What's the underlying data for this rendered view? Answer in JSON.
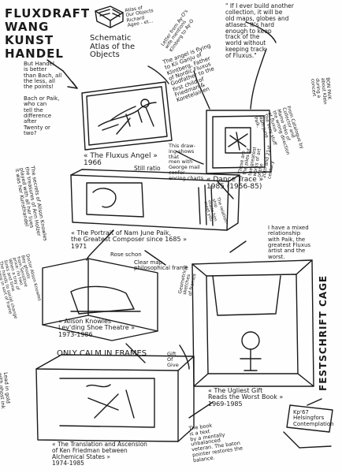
{
  "header": {
    "title_lines": [
      "FLUXDRAFT",
      "WANG",
      "KUNST",
      "HANDEL"
    ],
    "atlas_title": "Schematic\nAtlas of the\nObjects",
    "book_note": "Atlas of\nOur Objects\nRichard\nAgee - et..."
  },
  "notes": {
    "bach": "But Handel\nis better\nthan Bach, all\nthe less, all\nthe points!\n\nBach or Paik,\nwho can\ntell the\ndifference\nafter\nTwenty or\ntwo?",
    "angel_flying": "The angel is flying\nto Kii Ganju of\nKlintberg, Father\nof Nordic Fluxus\nGodfather to the\nfirst child of\nFriedman &\nKoretelainen",
    "letter_paik": "Letter from Ay-O's\nwife mentions\nKlinberg to Ay-O",
    "if_i_ever": "\" If I ever build another\ncollection, it will be\nold maps, globes and\natlases. It's hard\nenough to keep\ntrack of the\nworld without\nkeeping track\nof Fluxus.\"",
    "drawing_shows": "This draw-\ning shows\nthat\nmen with\nGeorge mail\nconfer-\nencing charts",
    "from_catalogue": "From Catalogue by\nCollector and\nMamo Yoko of\nthe wrong direction\nat fluxus\nThe very stuff\nMam June\nPaik.",
    "bon_paik": "BON PAIK\nabout Klein\nduring a\nconcert",
    "secrets": "The secrets of Alison Knowles\nthe treasures of Ann Holzer\nplayed with all her lives\nit was her Kunsthandel",
    "mixed": "I have a mixed\nrelationship\nwith Paik, the\ngreatest Fluxus\nartist and the\nworst.",
    "relation": "The relation-\nship\nmade him\nmeet you",
    "they_are": "These are\nthe piles of\nthe greatest\nworks of art\nof the\n20th and 21st\ncentury",
    "rose_schon": "Rose schon",
    "clear_map": "Clear map\nphilosophical frame",
    "doctor": "Doctor Alison Knowles\nBey ghosts\nfrom Sensitive\nprice: no two\nWhen a tray of\nSinks and time\nThe hands to social change\nhappens in sort of frame",
    "gift_of": "Gift\nOf\nGive",
    "geometric": "Geometrical\nsketches\nof frames",
    "lead": "Lead in gold\nwith ghost ink",
    "book_is": "The book\nis a text\nby a mentally\nunbalanced\nveteran. The baton\npointer restores the\nbalance.",
    "kp": "Kp'67\nHelsingfors\nContemplation"
  },
  "captions": {
    "fluxus_angel": "« The Fluxus Angel »\n1966",
    "still_ratio": "Still ratio",
    "dance_trace": "« Dance Trace »\n1985 (1956-85)",
    "portrait": "« The Portrait of Nam June Paik,\nthe Greatest Composer since 1685 »\n1971",
    "alison": "« Alison Knowles\nLev'ding Shoe Theatre »\n1973-1986",
    "only_calm": "ONLY CALM IN FRAMES",
    "ugliest": "« The Ugliest Gift\nReads the Worst Book »\n1969-1985",
    "translation": "« The Translation and Ascension\nof Ken Friedman between\nAlchemical States »\n1974-1985",
    "festschrift": "FESTSCHRIFT CAGE"
  },
  "colors": {
    "ink": "#1a1a1a",
    "paper": "#fefefe"
  }
}
